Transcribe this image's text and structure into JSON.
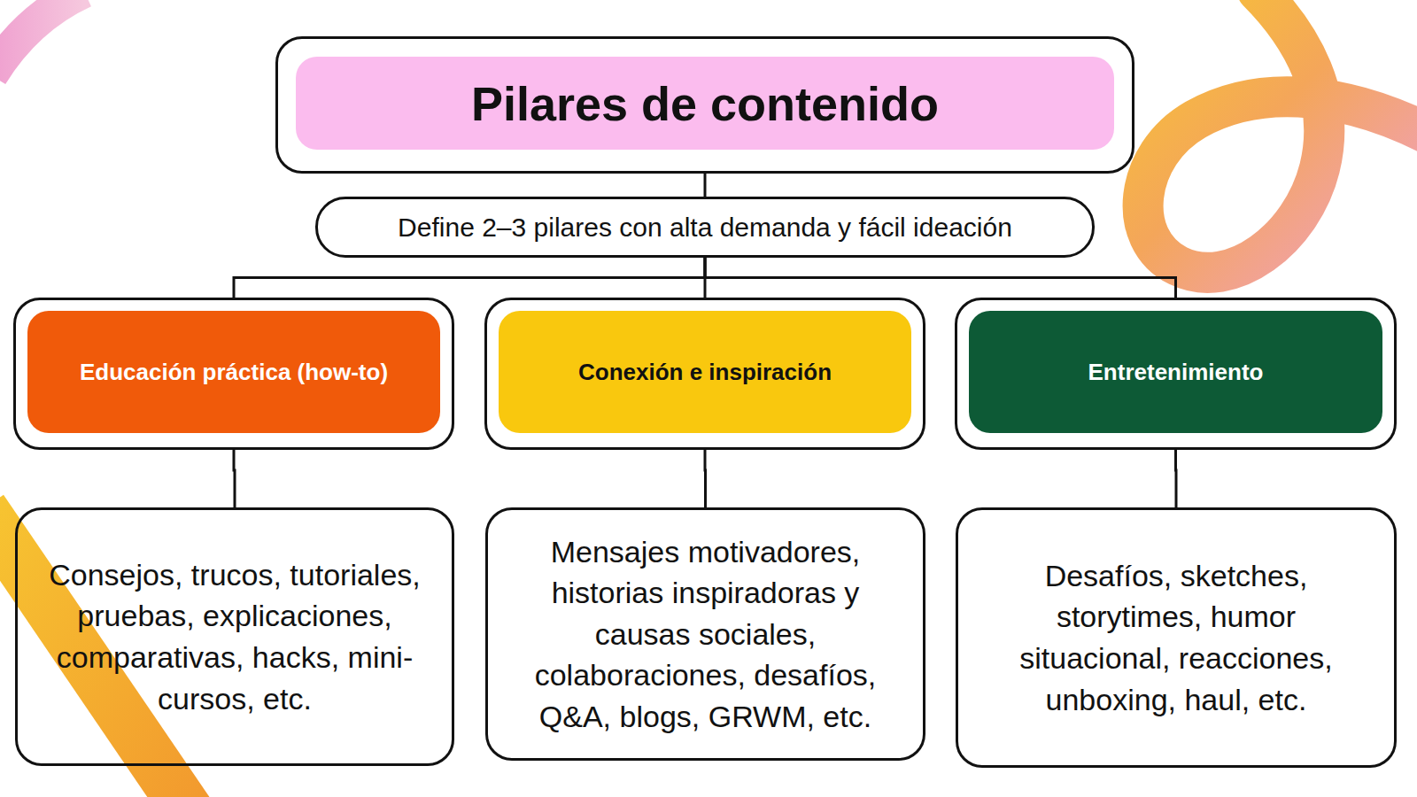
{
  "diagram": {
    "nodes": [
      {
        "text": [
          "Pilares de contenido"
        ]
      },
      {
        "text": [
          "Define 2–3 pilares con alta demanda y fácil ideación"
        ]
      },
      {
        "text": [
          "Educación práctica (how-to)"
        ]
      },
      {
        "text": [
          "Conexión e inspiración"
        ]
      },
      {
        "text": [
          "Entretenimiento"
        ]
      },
      {
        "text": [
          "Consejos, trucos, tutoriales, pruebas, explicaciones, comparativas, hacks, mini-cursos, etc."
        ]
      },
      {
        "text": [
          "Mensajes motivadores, historias inspiradoras y causas sociales, colaboraciones, desafíos, Q&A, blogs, GRWM, etc."
        ]
      },
      {
        "text": [
          "Desafíos, sketches, storytimes, humor situacional, reacciones, unboxing, haul, etc."
        ]
      }
    ],
    "edges": [
      {
        "from": 0,
        "to": 1,
        "arrow": "none"
      },
      {
        "from": 1,
        "to": 2,
        "arrow": "none"
      },
      {
        "from": 1,
        "to": 3,
        "arrow": "none"
      },
      {
        "from": 1,
        "to": 4,
        "arrow": "none"
      },
      {
        "from": 2,
        "to": 5,
        "arrow": "none"
      },
      {
        "from": 3,
        "to": 6,
        "arrow": "none"
      },
      {
        "from": 4,
        "to": 7,
        "arrow": "none"
      }
    ]
  }
}
